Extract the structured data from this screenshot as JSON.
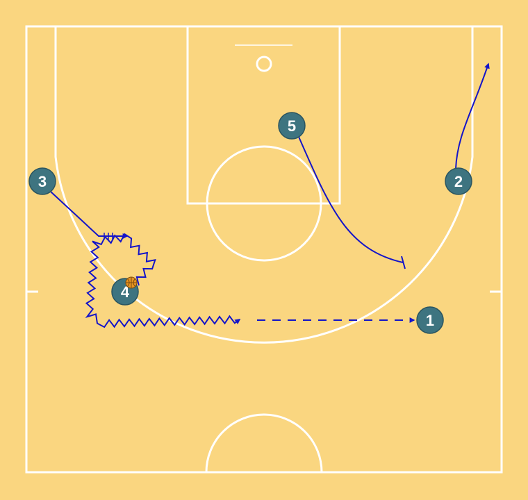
{
  "colors": {
    "court_background": "#fad680",
    "court_lines": "#ffffff",
    "player_fill": "#3e7480",
    "player_stroke": "#2b5560",
    "player_text": "#ffffff",
    "movement_lines": "#1414c8",
    "ball": "#e89420"
  },
  "players": [
    {
      "id": "p1",
      "label": "1"
    },
    {
      "id": "p2",
      "label": "2"
    },
    {
      "id": "p3",
      "label": "3"
    },
    {
      "id": "p4",
      "label": "4",
      "has_ball": true
    },
    {
      "id": "p5",
      "label": "5"
    }
  ],
  "actions": [
    {
      "id": "dribble-p4",
      "type": "dribble",
      "player": "4"
    },
    {
      "id": "cut-p3",
      "type": "cut-and-handoff",
      "player": "3"
    },
    {
      "id": "screen-p5",
      "type": "screen",
      "player": "5"
    },
    {
      "id": "cut-p2",
      "type": "cut",
      "player": "2"
    },
    {
      "id": "pass-to-p1",
      "type": "pass",
      "to": "1"
    }
  ]
}
